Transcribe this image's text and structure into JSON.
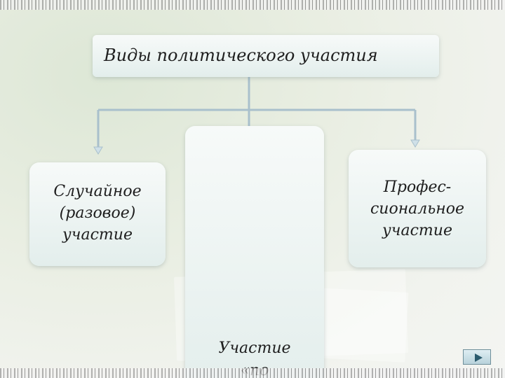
{
  "diagram": {
    "title": "Виды политического участия",
    "left_node": "Случайное (разовое) участие",
    "middle_node_line1": "Участие",
    "middle_node_line2": "«по",
    "right_node_line1": "Профес-",
    "right_node_line2": "сиональное",
    "right_node_line3": "участие"
  },
  "colors": {
    "connector": "#9fb8c4",
    "box_bg": "#eef4f3"
  },
  "navigation": {
    "next_icon": "next-arrow-icon"
  }
}
